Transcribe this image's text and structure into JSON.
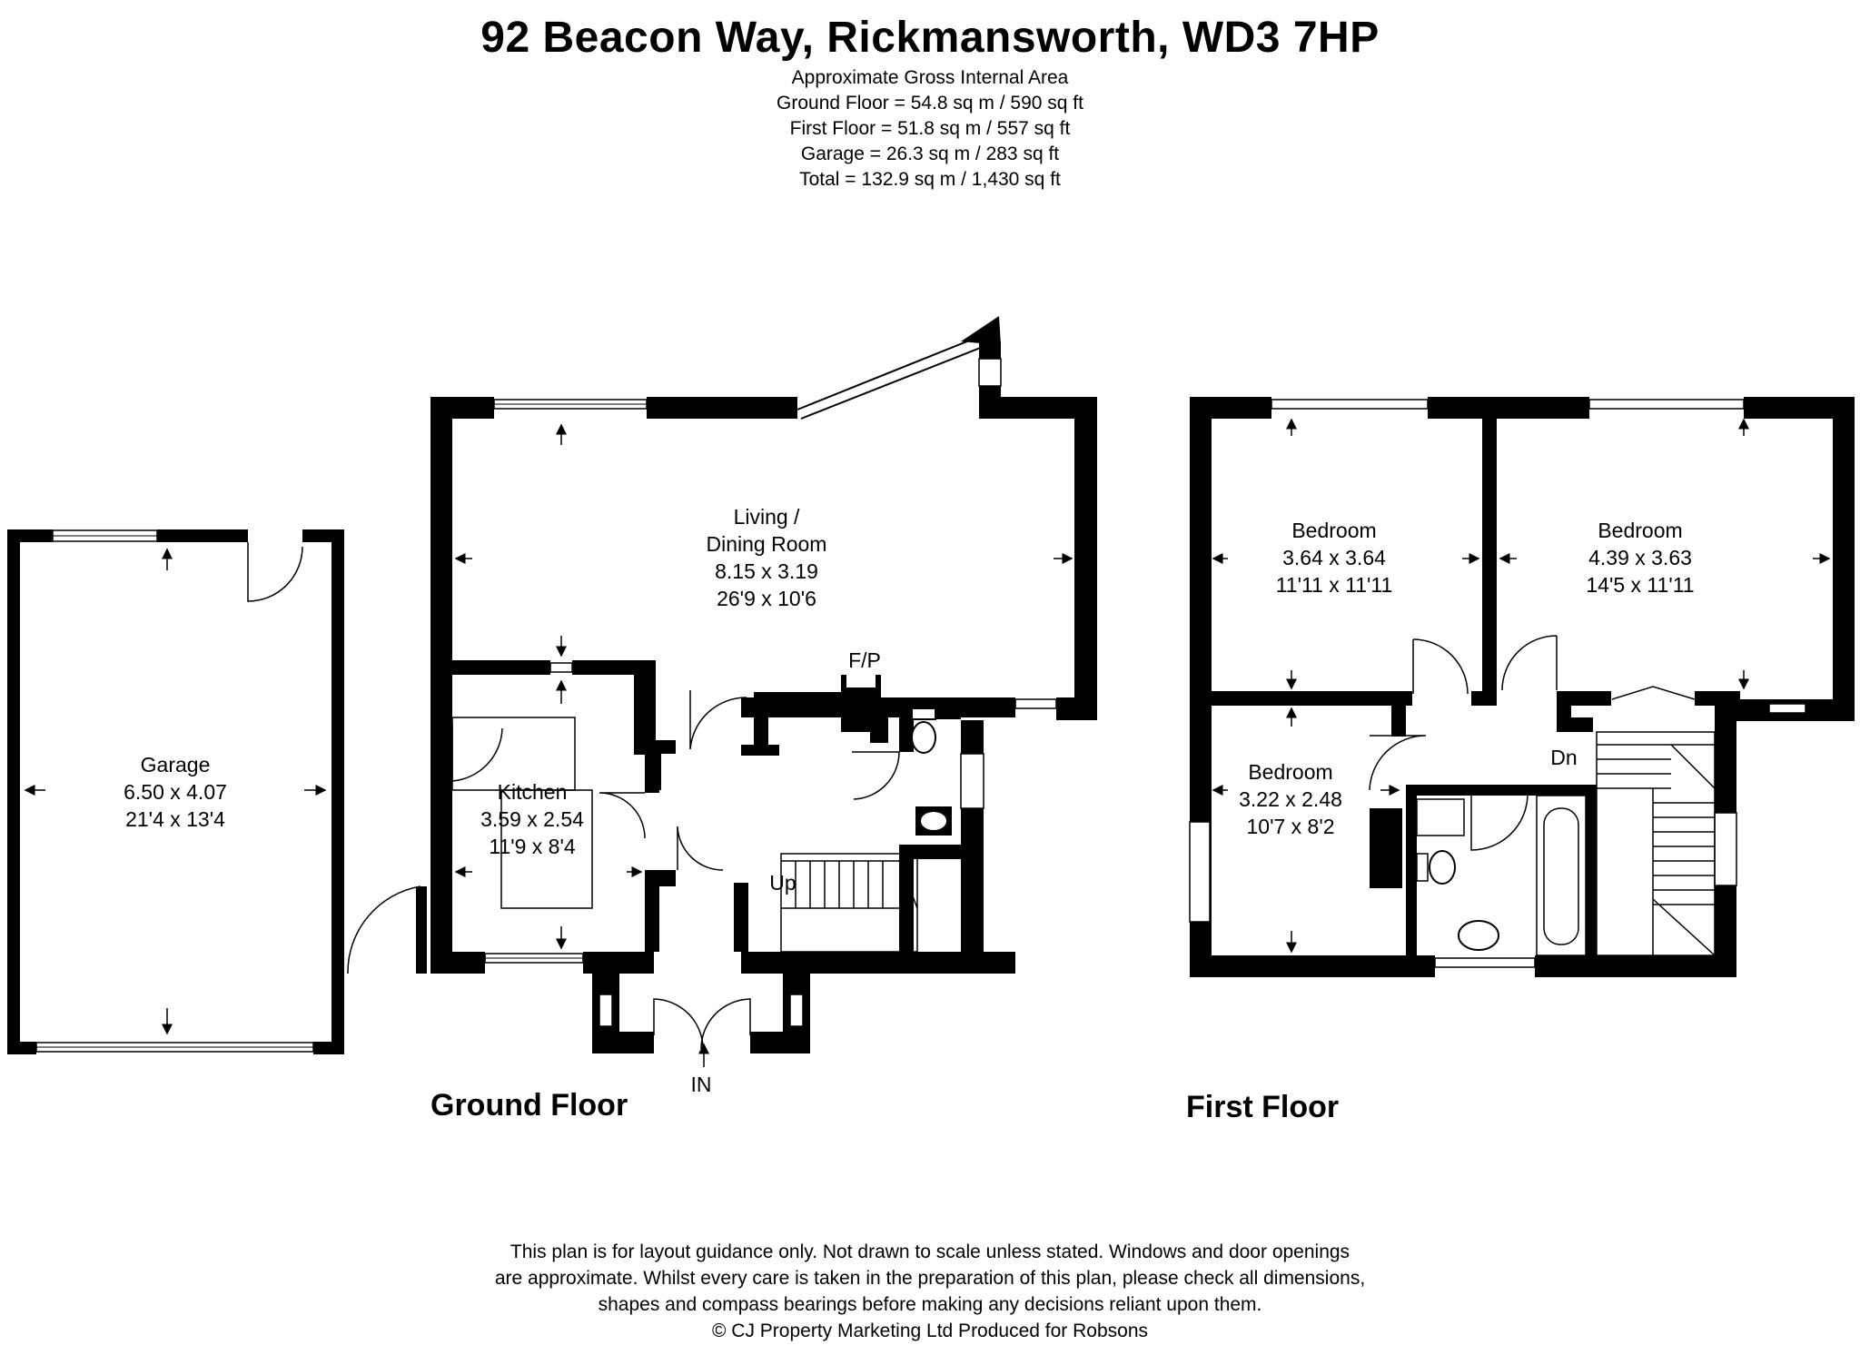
{
  "header": {
    "title": "92 Beacon Way, Rickmansworth, WD3 7HP",
    "area_lines": [
      "Approximate Gross Internal Area",
      "Ground Floor = 54.8 sq m / 590 sq ft",
      "First Floor = 51.8 sq m / 557 sq ft",
      "Garage = 26.3 sq m / 283 sq ft",
      "Total = 132.9 sq m / 1,430 sq ft"
    ]
  },
  "ground_floor": {
    "label": "Ground Floor",
    "garage": {
      "name": "Garage",
      "metric": "6.50 x 4.07",
      "imperial": "21'4 x 13'4"
    },
    "living": {
      "name_1": "Living /",
      "name_2": "Dining  Room",
      "metric": "8.15 x 3.19",
      "imperial": "26'9 x 10'6"
    },
    "kitchen": {
      "name": "Kitchen",
      "metric": "3.59 x 2.54",
      "imperial": "11'9 x 8'4"
    },
    "fireplace": "F/P",
    "stairs_up": "Up",
    "entrance": "IN"
  },
  "first_floor": {
    "label": "First Floor",
    "bedroom_1": {
      "name": "Bedroom",
      "metric": "3.64 x 3.64",
      "imperial": "11'11 x 11'11"
    },
    "bedroom_2": {
      "name": "Bedroom",
      "metric": "4.39 x 3.63",
      "imperial": "14'5 x 11'11"
    },
    "bedroom_3": {
      "name": "Bedroom",
      "metric": "3.22 x 2.48",
      "imperial": "10'7 x 8'2"
    },
    "stairs_down": "Dn"
  },
  "disclaimer": [
    "This plan is for layout guidance only. Not drawn to scale unless stated. Windows and door openings",
    "are approximate. Whilst every care is taken in the preparation of this plan, please check all dimensions,",
    "shapes and compass bearings before making any decisions reliant upon them.",
    "© CJ Property Marketing Ltd Produced for Robsons"
  ],
  "colors": {
    "wall": "#000000",
    "background": "#ffffff",
    "fixture": "#000000"
  }
}
